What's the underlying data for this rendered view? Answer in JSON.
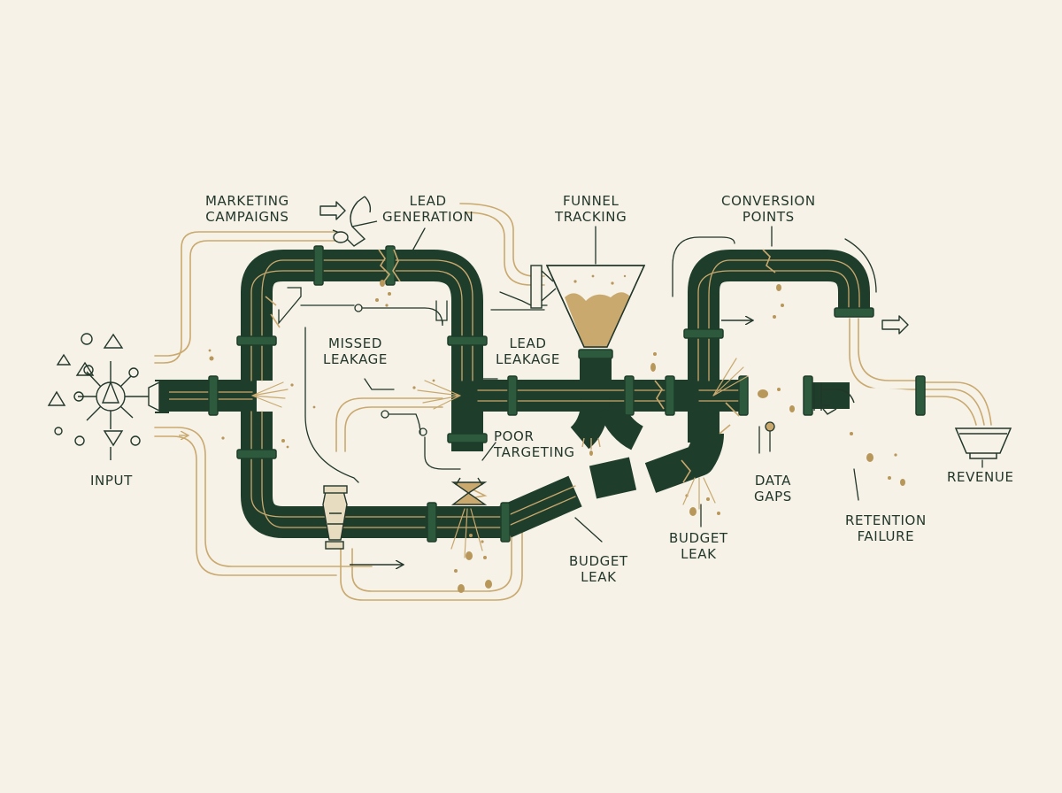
{
  "labels": {
    "marketing_campaigns": [
      "MARKETING",
      "CAMPAIGNS"
    ],
    "lead_generation": [
      "LEAD",
      "GENERATION"
    ],
    "funnel_tracking": [
      "FUNNEL",
      "TRACKING"
    ],
    "conversion_points": [
      "CONVERSION",
      "POINTS"
    ],
    "missed_leakage": [
      "MISSED",
      "LEAKAGE"
    ],
    "lead_leakage": [
      "LEAD",
      "LEAKAGE"
    ],
    "poor_targeting": [
      "POOR",
      "TARGETING"
    ],
    "input": "INPUT",
    "data_gaps": [
      "DATA",
      "GAPS"
    ],
    "revenue": "REVENUE",
    "retention_failure": [
      "RETENTION",
      "FAILURE"
    ],
    "budget_leak_left": [
      "BUDGET",
      "LEAK"
    ],
    "budget_leak_right": [
      "BUDGET",
      "LEAK"
    ]
  },
  "colors": {
    "background": "#f6f2e8",
    "pipe": "#1f3d2b",
    "pipe_joint": "#2d5a3d",
    "gold": "#c9a96e",
    "ink": "#22362a",
    "liquid": "#b8975a"
  }
}
